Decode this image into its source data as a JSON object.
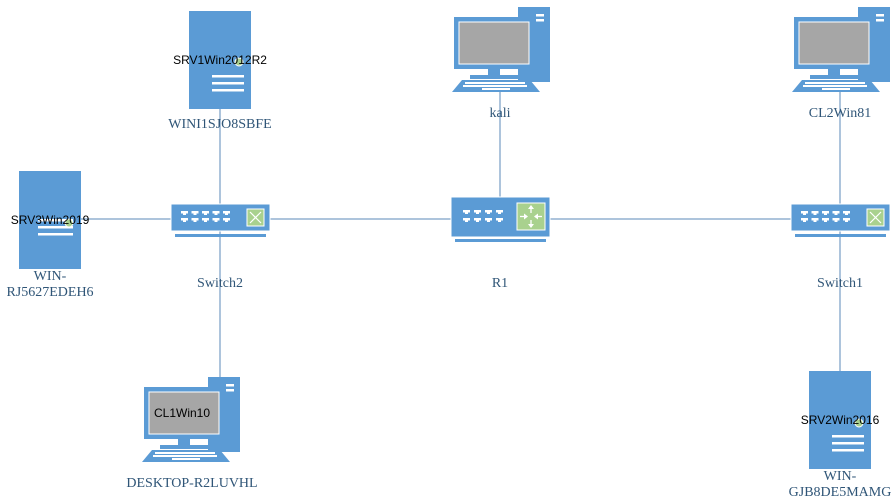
{
  "colors": {
    "device_fill": "#5b9bd5",
    "link": "#5b8ab8",
    "label": "#2f5577",
    "status_dot": "#a9d18e",
    "screen": "#a6a6a6",
    "switch_badge": "#a9d18e"
  },
  "nodes": {
    "srv1": {
      "type": "server",
      "name": "WINI1SJO8SBFE",
      "hostname": "SRV1Win2012R2",
      "status": "online"
    },
    "kali": {
      "type": "workstation",
      "name": "kali",
      "hostname": ""
    },
    "cl2": {
      "type": "workstation",
      "name": "CL2Win81",
      "hostname": ""
    },
    "srv3": {
      "type": "server",
      "name": "WIN-RJ5627EDEH6",
      "hostname": "SRV3Win2019",
      "status": "online"
    },
    "switch2": {
      "type": "switch",
      "name": "Switch2",
      "icon": "switch-icon"
    },
    "r1": {
      "type": "router",
      "name": "R1",
      "icon": "router-icon"
    },
    "switch1": {
      "type": "switch",
      "name": "Switch1",
      "icon": "switch-icon"
    },
    "cl1": {
      "type": "workstation",
      "name": "DESKTOP-R2LUVHL",
      "hostname": "CL1Win10"
    },
    "srv2": {
      "type": "server",
      "name": "WIN-GJB8DE5MAMG",
      "hostname": "SRV2Win2016",
      "status": "online"
    }
  },
  "links": [
    [
      "srv1",
      "switch2"
    ],
    [
      "srv3",
      "switch2"
    ],
    [
      "switch2",
      "r1"
    ],
    [
      "switch2",
      "cl1"
    ],
    [
      "kali",
      "r1"
    ],
    [
      "r1",
      "switch1"
    ],
    [
      "cl2",
      "switch1"
    ],
    [
      "switch1",
      "srv2"
    ]
  ]
}
